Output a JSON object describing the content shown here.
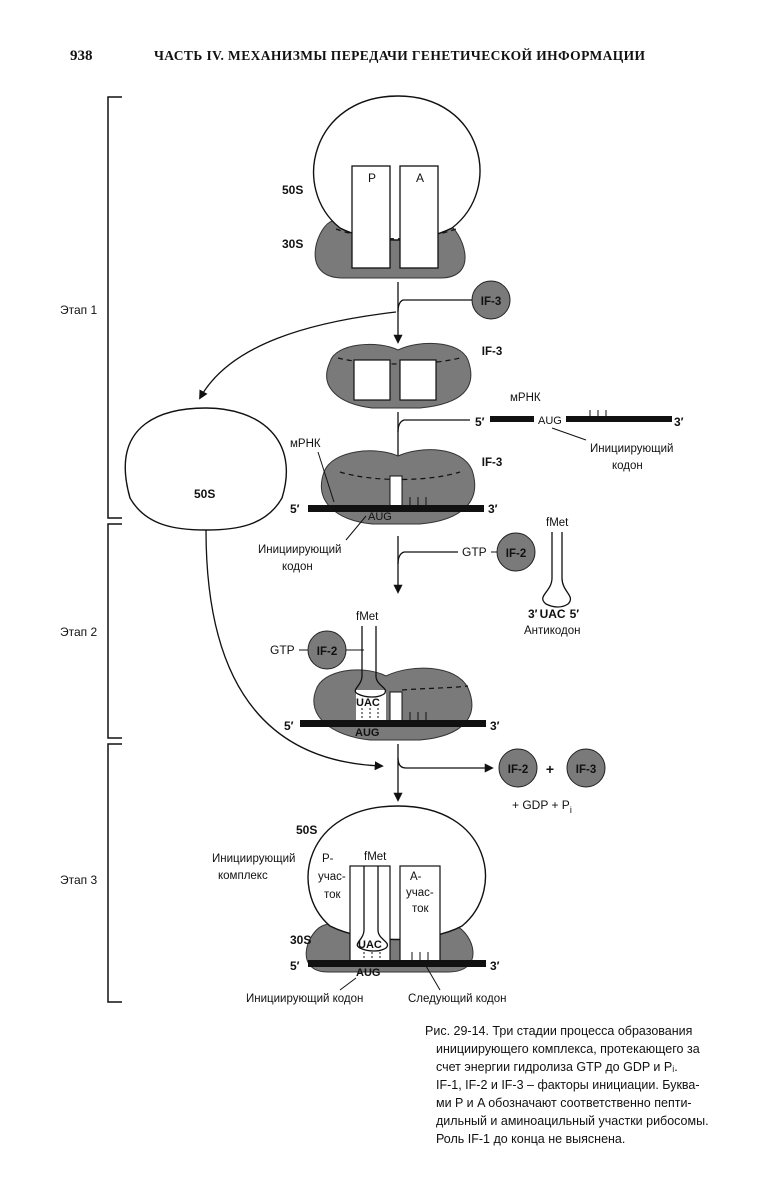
{
  "header": {
    "page_number": "938",
    "running_title": "ЧАСТЬ IV. МЕХАНИЗМЫ ПЕРЕДАЧИ ГЕНЕТИЧЕСКОЙ ИНФОРМАЦИИ"
  },
  "figure": {
    "stages": [
      "Этап 1",
      "Этап 2",
      "Этап 3"
    ],
    "subunit_50s": "50S",
    "subunit_30s": "30S",
    "site_p": "P",
    "site_a": "A",
    "if3": "IF-3",
    "if2": "IF-2",
    "mrna": "мРНК",
    "five_prime": "5′",
    "three_prime": "3′",
    "aug": "AUG",
    "uac": "UAC",
    "initiating_codon_line1": "Инициирующий",
    "initiating_codon_line2": "кодон",
    "initiating_codon": "Инициирующий кодон",
    "next_codon": "Следующий кодон",
    "gtp": "GTP",
    "fmet": "fMet",
    "anticodon": "Антикодон",
    "plus": "+",
    "gdp_pi": "+ GDP + P",
    "pi_sub": "i",
    "complex_line1": "Инициирующий",
    "complex_line2": "комплекс",
    "p_site_lines": [
      "P-",
      "учас-",
      "ток"
    ],
    "a_site_lines": [
      "A-",
      "учас-",
      "ток"
    ]
  },
  "caption": {
    "lines": [
      "Рис. 29-14. Три стадии процесса образования",
      "инициирующего комплекса, протекающего за",
      "счет энергии гидролиза GTP до GDP и Pᵢ.",
      "IF-1, IF-2 и IF-3 – факторы инициации. Буква-",
      "ми P и A обозначают соответственно пепти-",
      "дильный и аминоацильный участки рибосомы.",
      "Роль IF-1 до конца не выяснена."
    ]
  }
}
